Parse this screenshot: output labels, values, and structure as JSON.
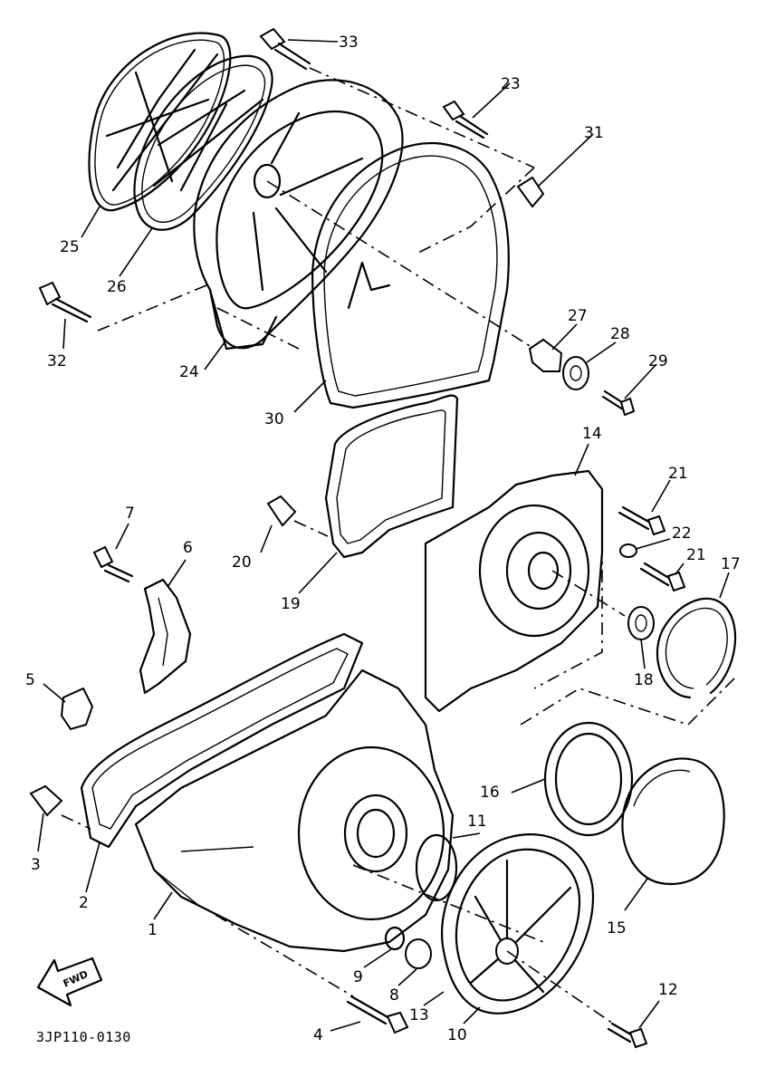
{
  "diagram": {
    "drawing_code": "3JP110-0130",
    "direction_label": "FWD",
    "part_numbers": [
      "1",
      "2",
      "3",
      "4",
      "5",
      "6",
      "7",
      "8",
      "9",
      "10",
      "11",
      "12",
      "13",
      "14",
      "15",
      "16",
      "17",
      "18",
      "19",
      "20",
      "21",
      "21",
      "22",
      "23",
      "24",
      "25",
      "26",
      "27",
      "28",
      "29",
      "30",
      "31",
      "32",
      "33"
    ]
  }
}
